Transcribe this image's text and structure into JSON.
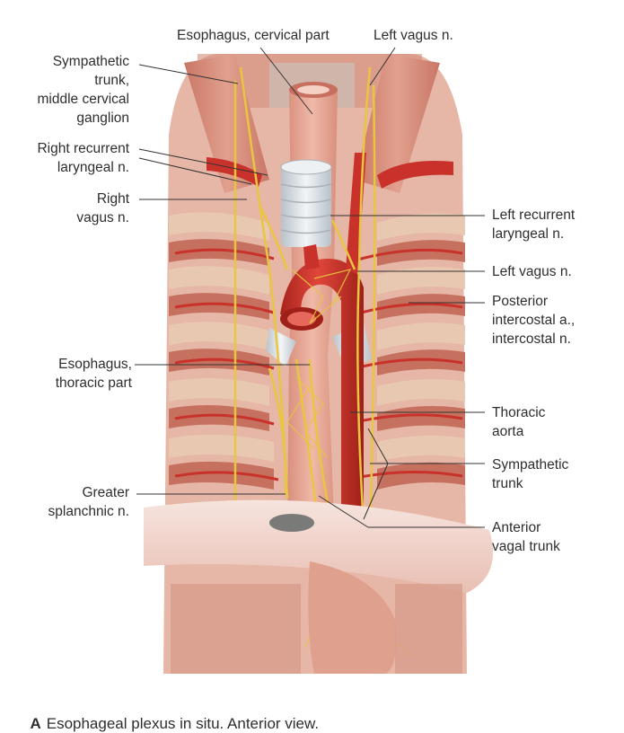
{
  "labels": {
    "esophagus_cervical": "Esophagus, cervical part",
    "left_vagus_top": "Left vagus n.",
    "sympathetic_trunk_ganglion": "Sympathetic\ntrunk,\nmiddle cervical\nganglion",
    "right_recurrent": "Right recurrent\nlaryngeal n.",
    "right_vagus": "Right\nvagus n.",
    "left_recurrent": "Left recurrent\nlaryngeal n.",
    "left_vagus_mid": "Left vagus n.",
    "posterior_intercostal": "Posterior\nintercostal a.,\nintercostal n.",
    "esophagus_thoracic": "Esophagus,\nthoracic part",
    "thoracic_aorta": "Thoracic\naorta",
    "sympathetic_trunk": "Sympathetic\ntrunk",
    "greater_splanchnic": "Greater\nsplanchnic n.",
    "anterior_vagal_trunk": "Anterior\nvagal trunk"
  },
  "caption": {
    "letter": "A",
    "text": "Esophageal plexus in situ. Anterior view."
  },
  "colors": {
    "muscle": "#d98a7a",
    "muscle_dark": "#b8604f",
    "rib": "#e8c8b0",
    "artery": "#c8322a",
    "nerve": "#e8c640",
    "esophagus": "#e7a796",
    "trachea": "#dfe4e8",
    "diaphragm": "#f3dad2",
    "leader": "#333333"
  }
}
